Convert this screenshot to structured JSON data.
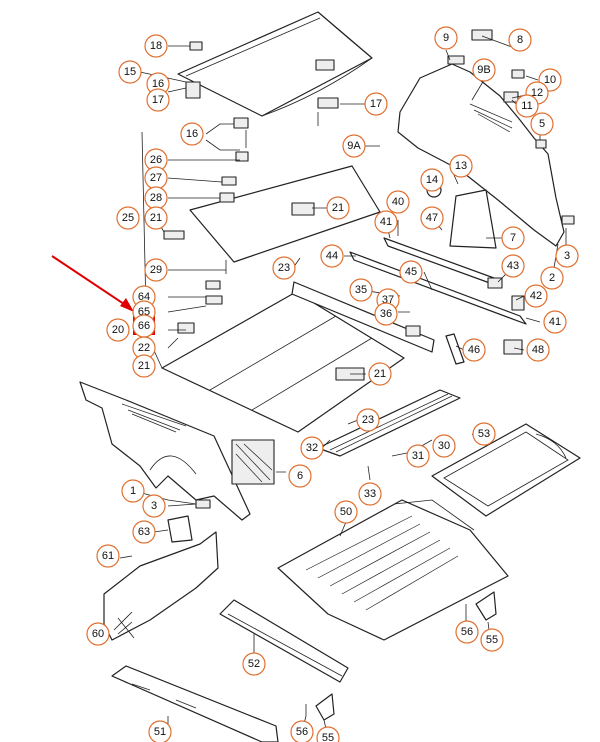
{
  "diagram": {
    "callouts": [
      "18",
      "15",
      "16",
      "17",
      "17",
      "16",
      "26",
      "27",
      "28",
      "25",
      "21",
      "21",
      "29",
      "23",
      "64",
      "65",
      "66",
      "20",
      "22",
      "21",
      "1",
      "3",
      "63",
      "61",
      "60",
      "9",
      "8",
      "10",
      "12",
      "11",
      "9B",
      "5",
      "9A",
      "13",
      "14",
      "40",
      "41",
      "47",
      "7",
      "2",
      "3",
      "44",
      "45",
      "35",
      "37",
      "36",
      "43",
      "42",
      "41",
      "46",
      "48",
      "21",
      "23",
      "32",
      "30",
      "31",
      "33",
      "53",
      "6",
      "50",
      "52",
      "51",
      "56",
      "55",
      "56",
      "55"
    ],
    "highlighted_callout": "66"
  }
}
